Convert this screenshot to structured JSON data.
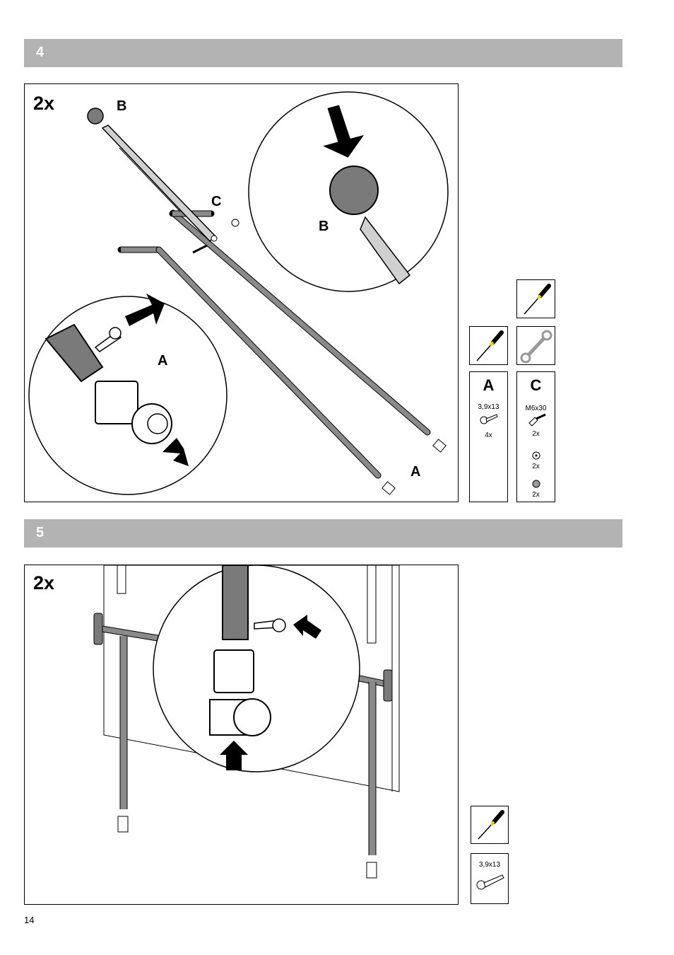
{
  "steps": [
    {
      "number": "4",
      "quantity": "2x",
      "labels": {
        "b_top": "B",
        "c": "C",
        "b_zoom": "B",
        "a_zoom": "A",
        "a_bottom": "A"
      }
    },
    {
      "number": "5",
      "quantity": "2x"
    }
  ],
  "parts_step4": {
    "box_a": {
      "letter": "A",
      "size": "3,9x13",
      "count": "4x"
    },
    "box_c": {
      "letter": "C",
      "size": "M6x30",
      "count_bolt": "2x",
      "count_washer": "2x",
      "count_nut": "2x"
    }
  },
  "parts_step5": {
    "screw_size": "3,9x13"
  },
  "icons": [
    "screwdriver-icon",
    "wrench-icon",
    "screw-icon",
    "bolt-icon",
    "washer-icon",
    "nut-icon",
    "arrow-icon",
    "hand-icon"
  ],
  "page_number": "14"
}
